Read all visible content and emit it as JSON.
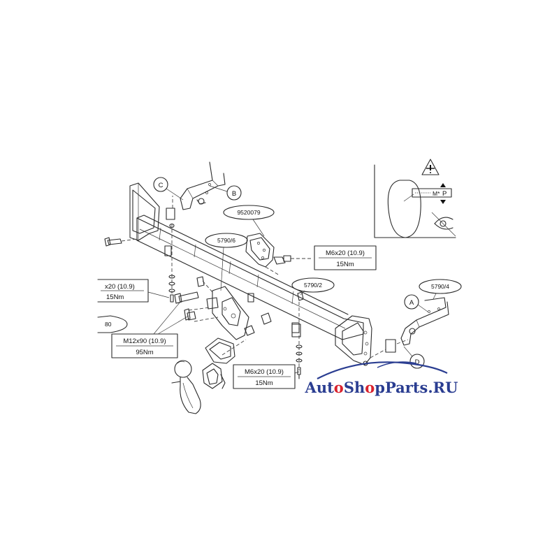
{
  "labels": {
    "part_9520079": "9520079",
    "part_5790_6": "5790/6",
    "part_5790_2": "5790/2",
    "part_5790_4": "5790/4",
    "part_partial_left": "80",
    "callout_a": "A",
    "callout_b": "B",
    "callout_c": "C",
    "callout_d": "D"
  },
  "specs": {
    "spec_right_top": {
      "bolt": "M6x20 (10.9)",
      "torque": "15Nm"
    },
    "spec_left_partial": {
      "bolt": "x20 (10.9)",
      "torque": "15Nm"
    },
    "spec_m12": {
      "bolt": "M12x90 (10.9)",
      "torque": "95Nm"
    },
    "spec_bottom": {
      "bolt": "M6x20 (10.9)",
      "torque": "15Nm"
    }
  },
  "inset": {
    "warning_icon": "warning-triangle-icon",
    "gauge_text": "M*",
    "gauge_letter": "P"
  },
  "watermark": {
    "text": "AutoShopParts.RU",
    "colors": {
      "primary": "#2a3d91",
      "accent": "#d9232e"
    }
  }
}
